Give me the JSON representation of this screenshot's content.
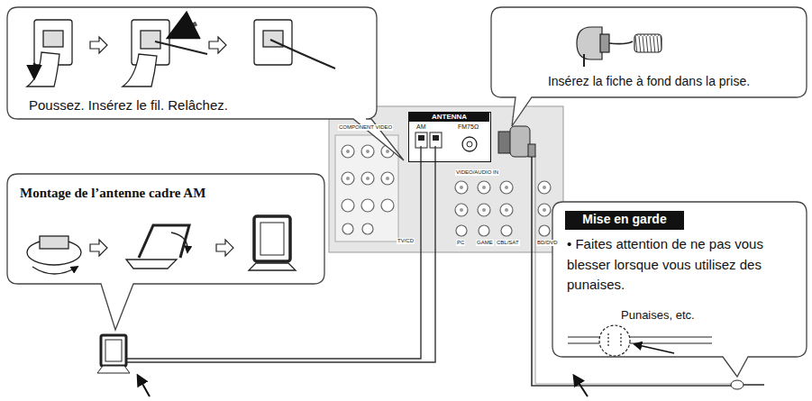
{
  "diagram": {
    "nodes": [
      {
        "text": [
          "Poussez. Insérez le fil. Relâchez."
        ]
      },
      {
        "text": [
          "Insérez la fiche à fond dans la prise."
        ]
      },
      {
        "text": [
          "Montage de l’antenne cadre AM"
        ]
      },
      {
        "text": [
          "• Faites attention de ne pas vous blesser lorsque vous utilisez des punaises.",
          "Punaises, etc."
        ]
      },
      {
        "text": [
          "Mise en garde"
        ],
        "in": 3
      },
      {
        "text": [
          "ANTENNA",
          "AM",
          "FM75Ω"
        ]
      }
    ],
    "labels": [
      "COMPONENT VIDEO",
      "VIDEO/AUDIO IN",
      "TV/CD",
      "PC",
      "GAME",
      "CBL/SAT",
      "BD/DVD"
    ]
  }
}
